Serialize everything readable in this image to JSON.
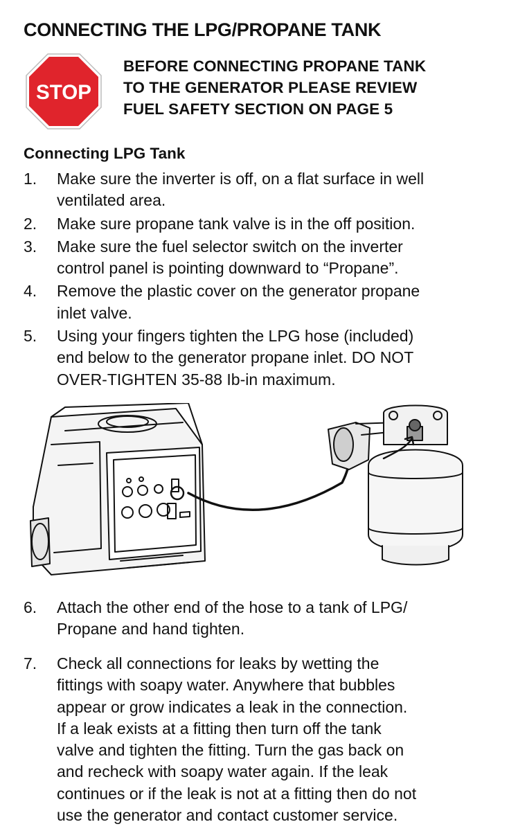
{
  "title": "CONNECTING THE LPG/PROPANE TANK",
  "stop_sign": {
    "label": "STOP",
    "color": "#e0242c"
  },
  "warning": {
    "lines": [
      "BEFORE CONNECTING PROPANE TANK",
      "TO THE GENERATOR PLEASE REVIEW",
      "FUEL SAFETY SECTION ON PAGE 5"
    ]
  },
  "subheading": "Connecting LPG Tank",
  "steps": [
    {
      "num": "1.",
      "lines": [
        "Make sure the inverter is off, on a flat surface in well",
        "ventilated area."
      ]
    },
    {
      "num": "2.",
      "lines": [
        "Make sure propane tank valve is in the off position."
      ]
    },
    {
      "num": "3.",
      "lines": [
        "Make sure the fuel selector switch on the inverter",
        "control panel is pointing downward to “Propane”."
      ]
    },
    {
      "num": "4.",
      "lines": [
        "Remove the plastic cover on the generator propane",
        "inlet valve."
      ]
    },
    {
      "num": "5.",
      "lines": [
        "Using your fingers tighten the LPG hose (included)",
        "end below to the generator propane inlet. DO NOT",
        "OVER-TIGHTEN 35-88 Ib-in maximum."
      ]
    },
    {
      "num": "6.",
      "lines": [
        "Attach the other end of the hose to a tank of LPG/",
        "Propane and hand tighten."
      ]
    },
    {
      "num": "7.",
      "lines": [
        "Check all connections for leaks by wetting the",
        "fittings with soapy water. Anywhere that bubbles",
        "appear or grow indicates a leak in the connection.",
        "If a leak exists at a fitting then turn off the tank",
        "valve and tighten the fitting. Turn the gas back on",
        "and recheck with soapy water again. If the leak",
        "continues or if the leak is not at a fitting then do not",
        "use the generator and contact customer service."
      ]
    }
  ]
}
